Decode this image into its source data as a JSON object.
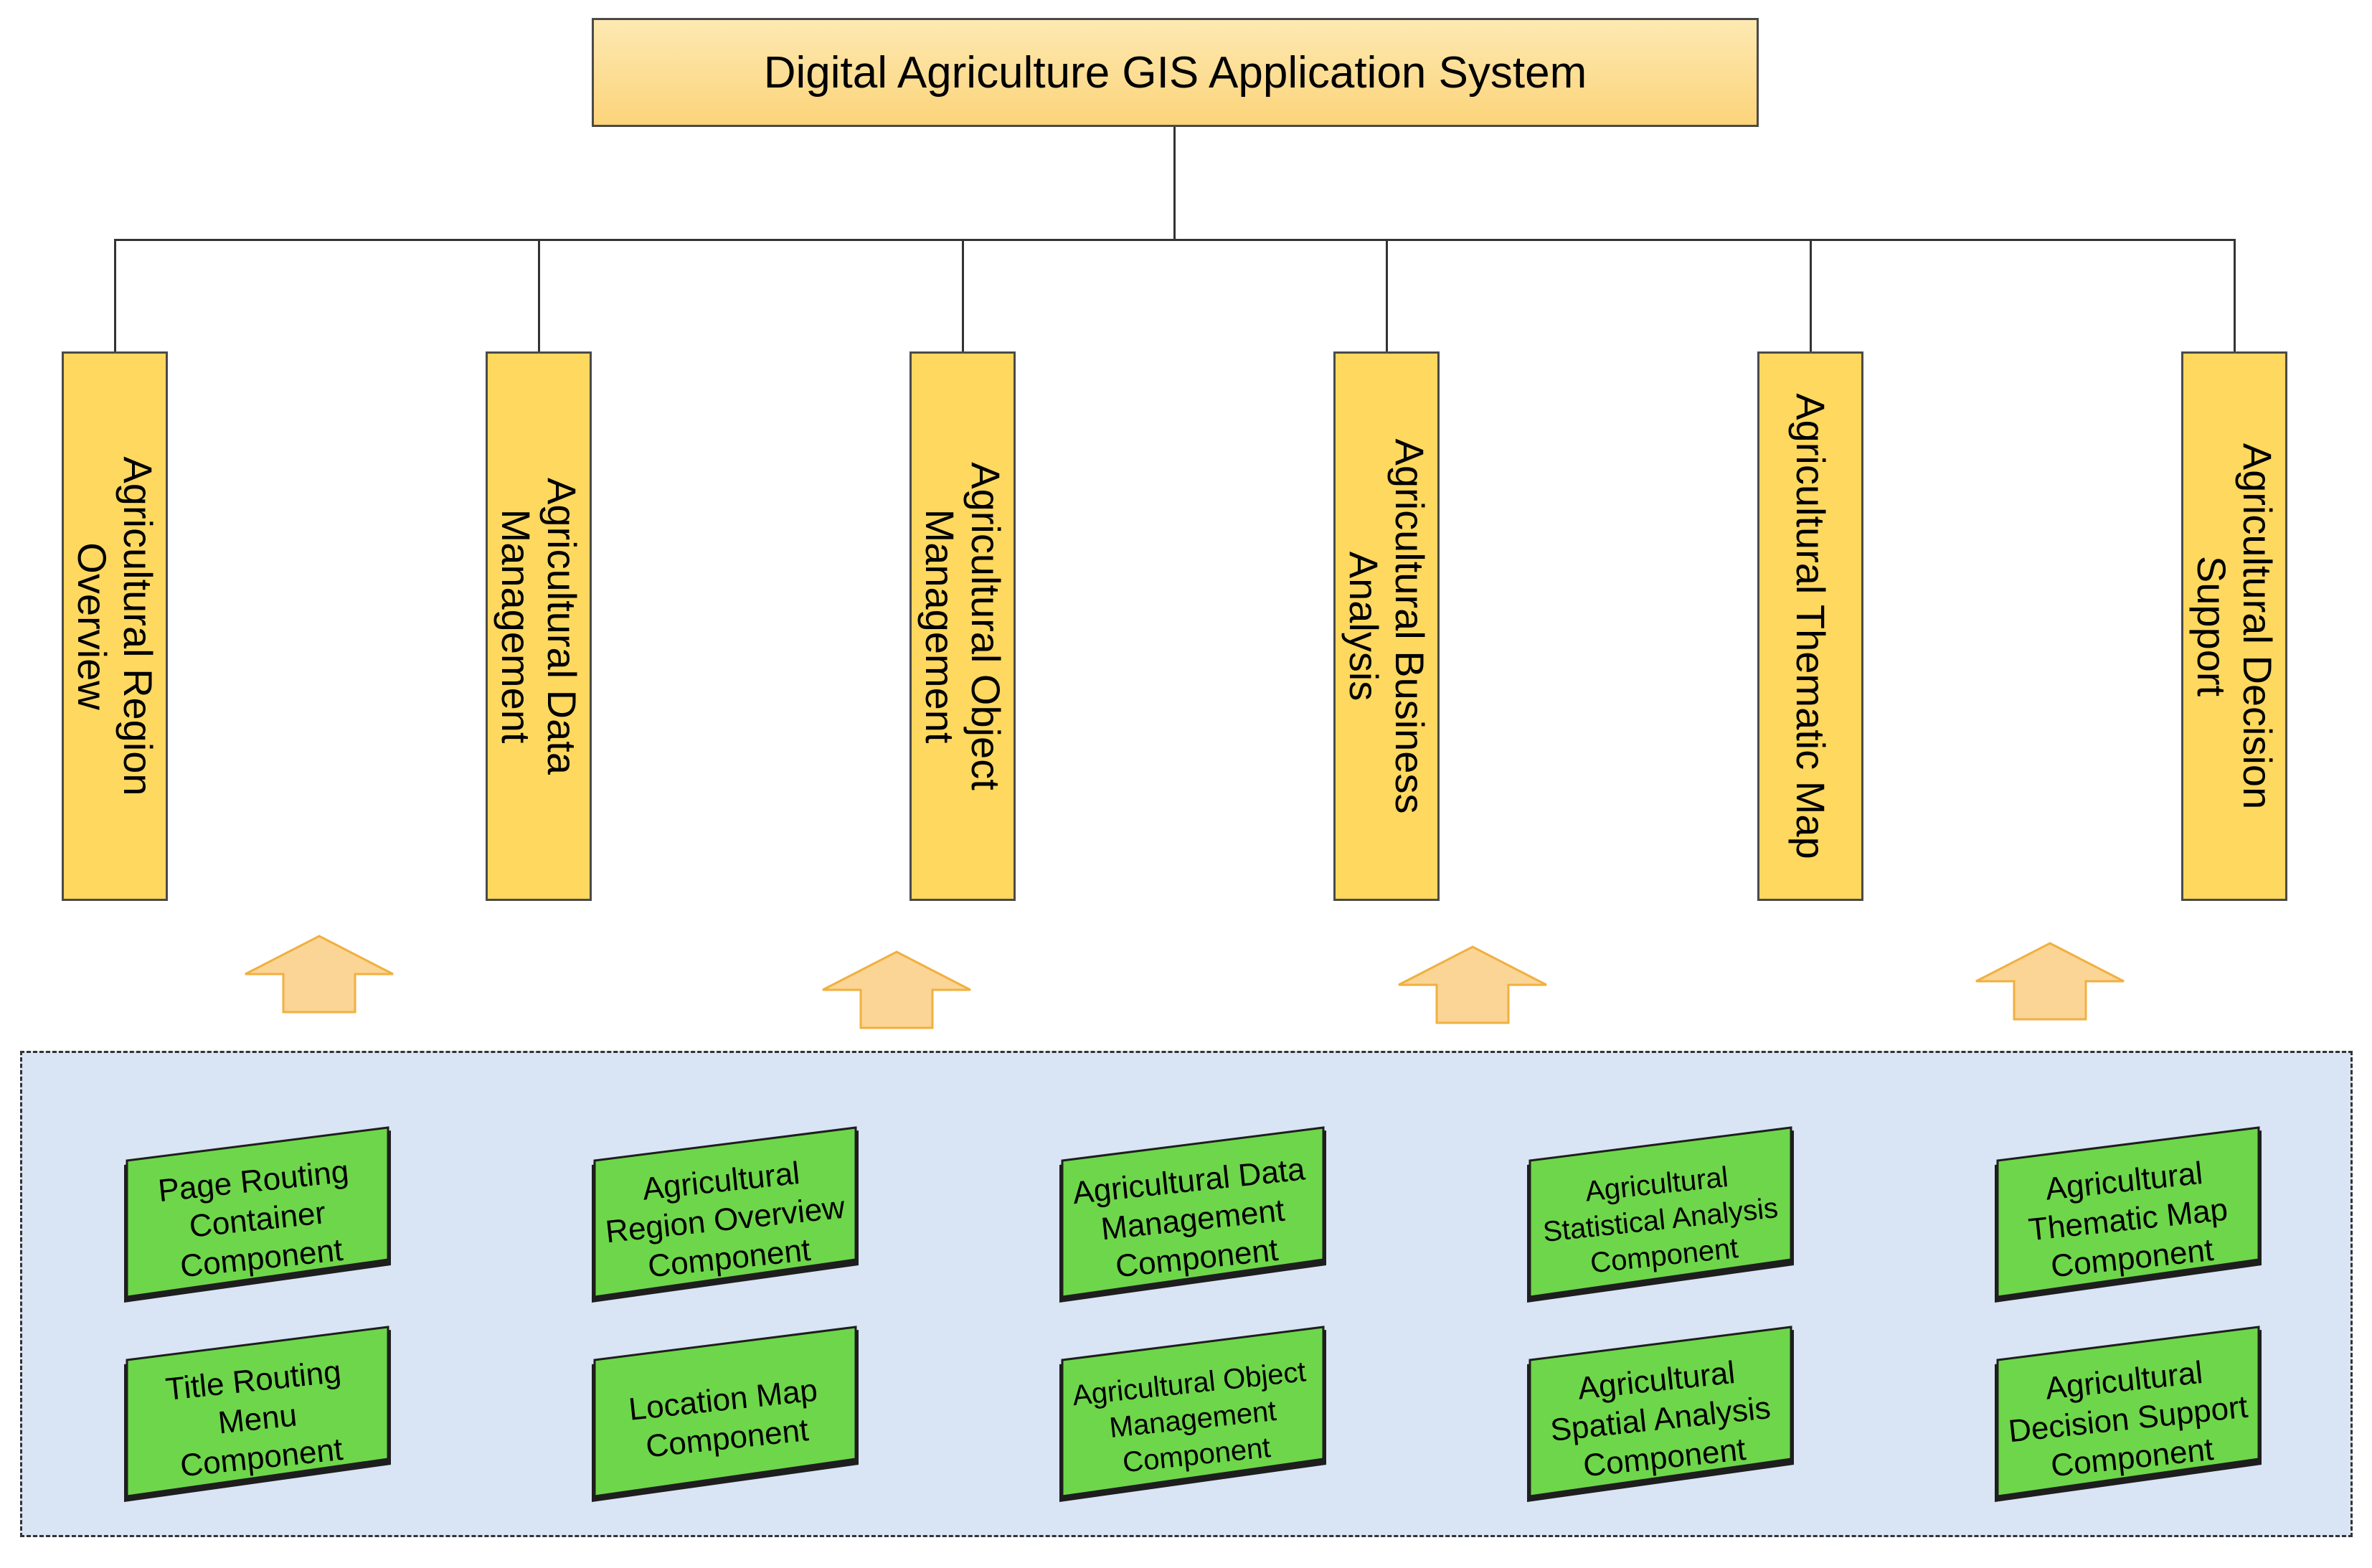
{
  "title": "Digital Agriculture GIS Application System",
  "modules": [
    "Agricultural Region\nOverview",
    "Agricultural Data\nManagement",
    "Agricultural Object\nManagement",
    "Agricultural Business\nAnalysis",
    "Agricultural Thematic Map",
    "Agricultural Decision\nSupport"
  ],
  "components": {
    "row1": [
      "Page Routing\nContainer\nComponent",
      "Agricultural\nRegion Overview\nComponent",
      "Agricultural Data\nManagement\nComponent",
      "Agricultural\nStatistical Analysis\nComponent",
      "Agricultural\nThematic Map\nComponent"
    ],
    "row2": [
      "Title Routing\nMenu\nComponent",
      "Location Map\nComponent",
      "Agricultural Object\nManagement\nComponent",
      "Agricultural\nSpatial Analysis\nComponent",
      "Agricultural\nDecision Support\nComponent"
    ]
  },
  "colors": {
    "title_fill": "#fcd47a",
    "module_fill": "#fed85f",
    "arrow_fill": "#fbd596",
    "component_fill": "#6ed64a",
    "panel_fill": "#d9e4f4"
  }
}
